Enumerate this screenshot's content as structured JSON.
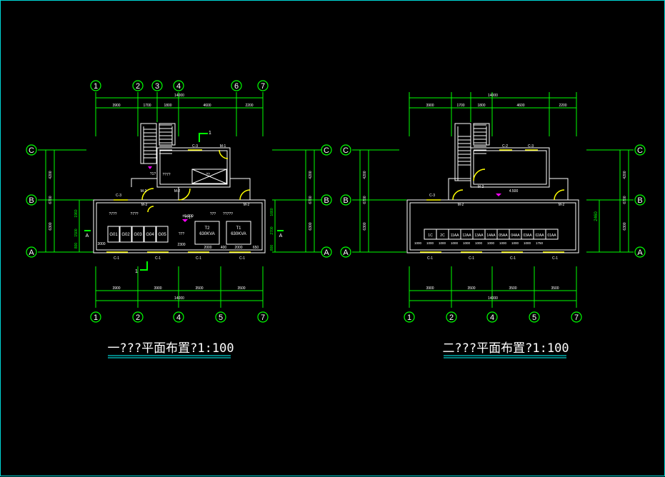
{
  "colors": {
    "background": "#000000",
    "border": "#00d8d8",
    "wall": "#ffffff",
    "dim": "#00ff00",
    "door": "#ffff00",
    "symbol": "#ff00ff",
    "label": "#ffffff"
  },
  "floor1": {
    "title": "一???平面布置?1:100",
    "axis_top": [
      "1",
      "2",
      "3",
      "4",
      "6",
      "7"
    ],
    "axis_bottom": [
      "1",
      "2",
      "4",
      "5",
      "7"
    ],
    "axis_side": [
      "C",
      "B",
      "A"
    ],
    "overall_dim": "14000",
    "top_dims": [
      "3900",
      "1700",
      "1800",
      "4600",
      "2200"
    ],
    "bottom_dims": [
      "3900",
      "3900",
      "3500",
      "3500"
    ],
    "side_dims_left": [
      "4200",
      "6700",
      "6300"
    ],
    "side_dims_right": [
      "4200",
      "6700",
      "6300"
    ],
    "bay_dims_left": [
      "800",
      "1500",
      "1960"
    ],
    "bay_dims_right": [
      "1660",
      "2700",
      "800"
    ],
    "switchgear": [
      "G01",
      "G02",
      "G03",
      "G04",
      "G05"
    ],
    "transformers": [
      {
        "name": "T2",
        "rating": "630KVA"
      },
      {
        "name": "T1",
        "rating": "630KVA"
      }
    ],
    "room_labels": [
      "?7??",
      "?7??",
      "??7?",
      "?7?",
      "??1?",
      "?7?",
      "??",
      "??7??"
    ],
    "level": "±0.000",
    "door_labels": [
      "C-3",
      "C-3",
      "M-1",
      "M-2",
      "M-2",
      "M-2",
      "M-2",
      "C-1",
      "C-1",
      "C-1",
      "C-1"
    ],
    "section_marks": [
      "A",
      "A",
      "1",
      "1"
    ],
    "base_dims": [
      "2300",
      "2000",
      "400",
      "2000",
      "650",
      "3000"
    ],
    "stair_label": "?1?"
  },
  "floor2": {
    "title": "二???平面布置?1:100",
    "axis_top": [],
    "axis_bottom": [
      "1",
      "2",
      "4",
      "5",
      "7"
    ],
    "axis_side": [
      "C",
      "B",
      "A"
    ],
    "overall_dim": "14000",
    "top_dims": [
      "3900",
      "1700",
      "1800",
      "4600",
      "2200"
    ],
    "bottom_dims": [
      "3900",
      "3500",
      "3500",
      "3500"
    ],
    "side_dims_left": [
      "4200",
      "6700",
      "6300"
    ],
    "side_dims_right": [
      "4200",
      "6700",
      "6300"
    ],
    "panels": [
      "1C",
      "2C",
      "11AA",
      "12AA",
      "13AA",
      "14AA",
      "05AA",
      "04AA",
      "03AA",
      "02AA",
      "01AA"
    ],
    "level": "4.500",
    "dim_2460": "2460",
    "base_dims": [
      "1000",
      "1000",
      "1000",
      "1000",
      "1000",
      "1000",
      "1000",
      "1000",
      "1000",
      "1000",
      "1750"
    ],
    "door_labels": [
      "C-2",
      "C-3",
      "C-3",
      "M-2",
      "M-2",
      "M-2",
      "C-1",
      "C-1",
      "C-1",
      "C-1"
    ]
  }
}
